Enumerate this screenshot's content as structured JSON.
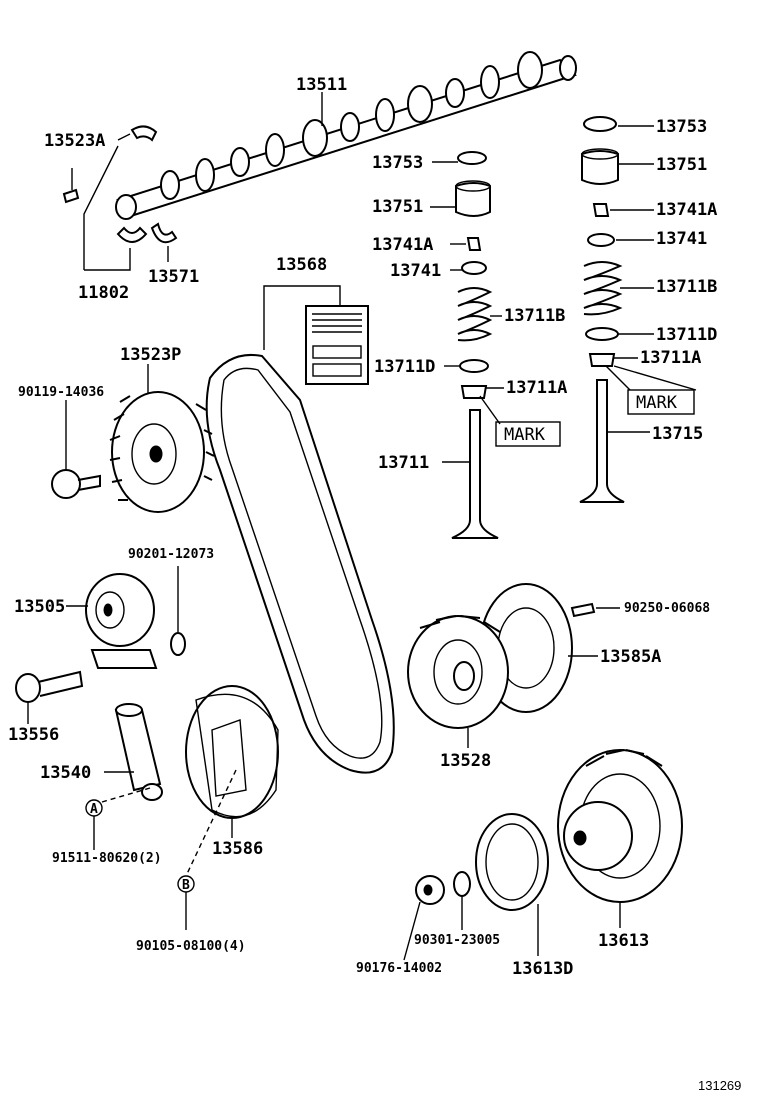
{
  "labels": {
    "p13511": "13511",
    "p13523A": "13523A",
    "p11802": "11802",
    "p13571": "13571",
    "p13753_l": "13753",
    "p13751_l": "13751",
    "p13741A_l": "13741A",
    "p13741_l": "13741",
    "p13711B_l": "13711B",
    "p13711D_l": "13711D",
    "p13711A_l": "13711A",
    "p13711": "13711",
    "mark_l": "MARK",
    "p13753_r": "13753",
    "p13751_r": "13751",
    "p13741A_r": "13741A",
    "p13741_r": "13741",
    "p13711B_r": "13711B",
    "p13711D_r": "13711D",
    "p13711A_r": "13711A",
    "mark_r": "MARK",
    "p13715": "13715",
    "p13568": "13568",
    "p13523P": "13523P",
    "p90119": "90119-14036",
    "p90201": "90201-12073",
    "p13505": "13505",
    "p13556": "13556",
    "p13540": "13540",
    "p91511": "91511-80620(2)",
    "p13586": "13586",
    "p90105": "90105-08100(4)",
    "p90250": "90250-06068",
    "p13585A": "13585A",
    "p13528": "13528",
    "p90301": "90301-23005",
    "p90176": "90176-14002",
    "p13613D": "13613D",
    "p13613": "13613",
    "callout_a": "A",
    "callout_b": "B",
    "figure_number": "131269"
  }
}
